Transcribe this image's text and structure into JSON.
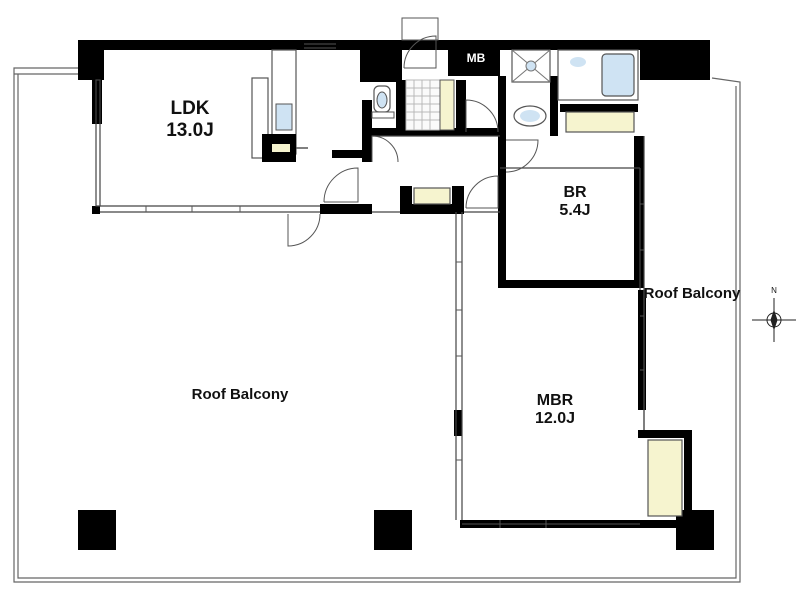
{
  "rooms": {
    "ldk": {
      "name": "LDK",
      "size": "13.0J"
    },
    "br": {
      "name": "BR",
      "size": "5.4J"
    },
    "mbr": {
      "name": "MBR",
      "size": "12.0J"
    },
    "mb": {
      "name": "MB"
    }
  },
  "balconies": {
    "left": "Roof Balcony",
    "right": "Roof Balcony"
  },
  "compass": {
    "north": "N"
  },
  "colors": {
    "wall": "#000000",
    "fixture_fill": "#f6f4cf",
    "water_fill": "#cfe3f3",
    "tile_grid": "#b9b9b9",
    "line": "#555555"
  }
}
